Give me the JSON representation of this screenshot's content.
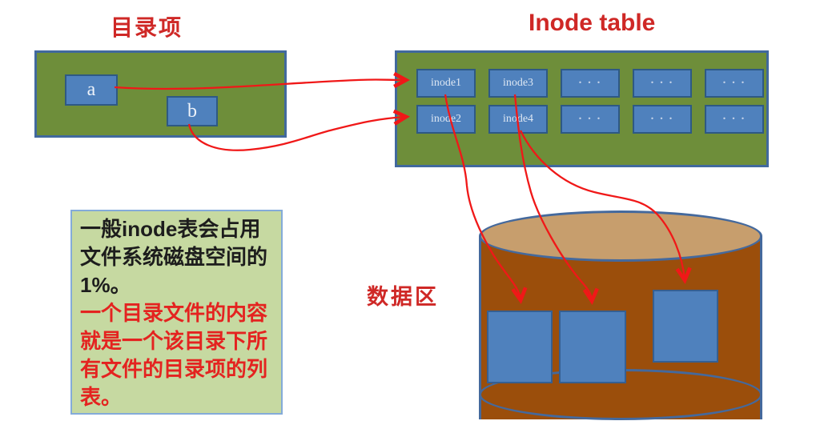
{
  "diagram": {
    "directory": {
      "title": "目录项",
      "entries": [
        "a",
        "b"
      ]
    },
    "inode_table": {
      "title": "Inode table",
      "rows": [
        [
          "inode1",
          "inode3",
          ". . .",
          ". . .",
          ". . ."
        ],
        [
          "inode2",
          "inode4",
          ". . .",
          ". . .",
          ". . ."
        ]
      ]
    },
    "data_area": {
      "title": "数据区"
    },
    "note": {
      "black_lines": [
        "一般inode表会占用",
        "文件系统磁盘空间的",
        "1%。"
      ],
      "red_lines": [
        "一个目录文件的内容",
        "就是一个该目录下所",
        "有文件的目录项的列",
        "表。"
      ]
    },
    "colors": {
      "title_red": "#cf2826",
      "arrow_red": "#f01818",
      "panel_olive": "#6e8e3a",
      "box_blue": "#4f81bd",
      "panel_border_blue": "#41699e",
      "note_green": "#c6d9a1",
      "note_border_blue": "#84abd9",
      "note_red_text": "#e42320",
      "cylinder_brown": "#9b4e0b",
      "cylinder_top_tan": "#c79e6d",
      "cylinder_border": "#44699d"
    }
  }
}
